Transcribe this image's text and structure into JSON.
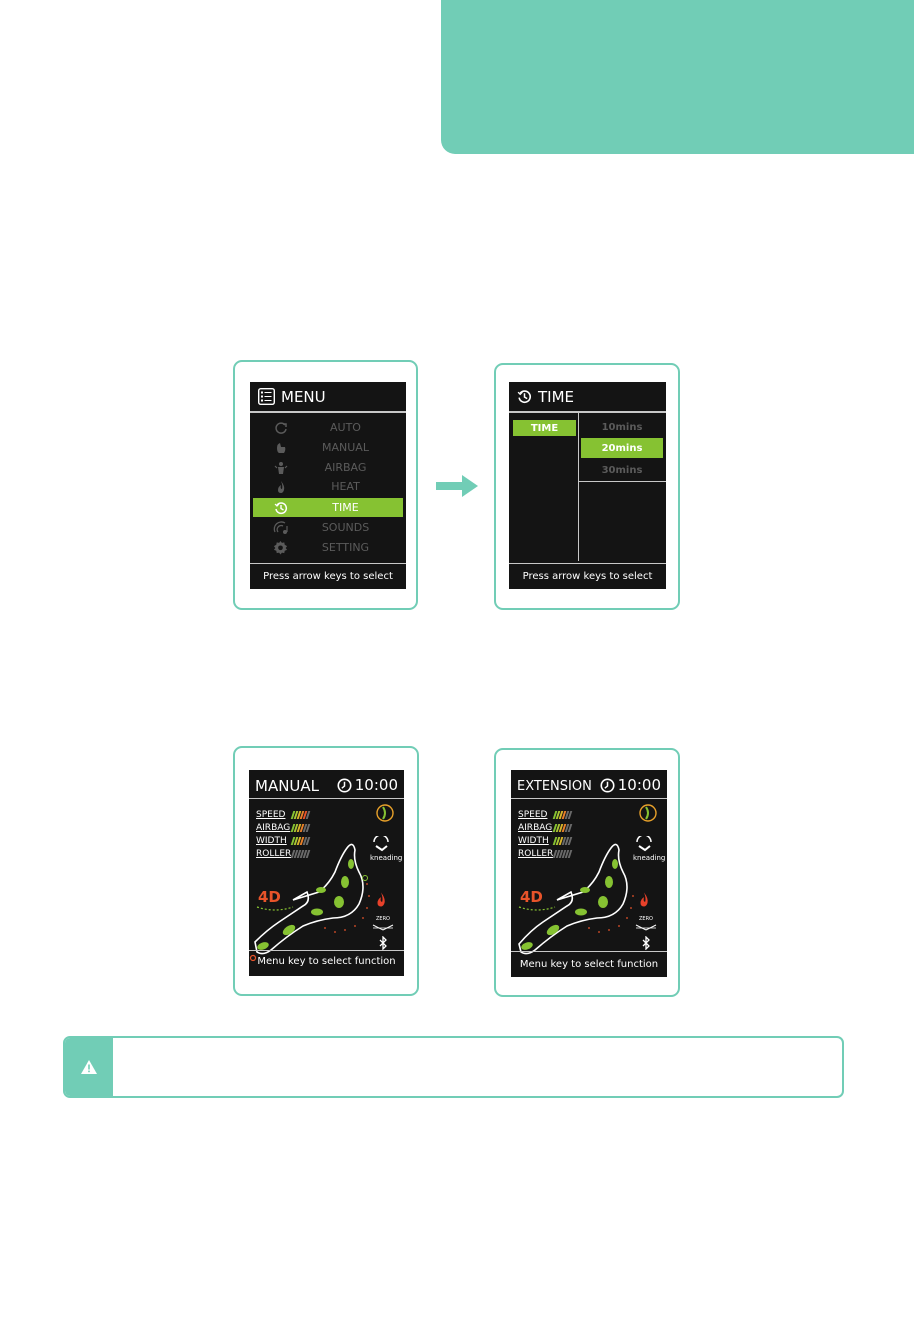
{
  "menu_screen": {
    "title": "MENU",
    "items": [
      {
        "label": "AUTO",
        "icon": "cycle-icon",
        "selected": false
      },
      {
        "label": "MANUAL",
        "icon": "hand-icon",
        "selected": false
      },
      {
        "label": "AIRBAG",
        "icon": "airbag-icon",
        "selected": false
      },
      {
        "label": "HEAT",
        "icon": "flame-icon",
        "selected": false
      },
      {
        "label": "TIME",
        "icon": "clock-icon",
        "selected": true
      },
      {
        "label": "SOUNDS",
        "icon": "sound-icon",
        "selected": false
      },
      {
        "label": "SETTING",
        "icon": "gear-icon",
        "selected": false
      }
    ],
    "footer": "Press arrow keys to select"
  },
  "time_screen": {
    "title": "TIME",
    "left_label": "TIME",
    "options": [
      {
        "label": "10mins",
        "selected": false
      },
      {
        "label": "20mins",
        "selected": true
      },
      {
        "label": "30mins",
        "selected": false
      }
    ],
    "footer": "Press arrow keys to select"
  },
  "manual_screen": {
    "title": "MANUAL",
    "time": "10:00",
    "bars": [
      {
        "label": "SPEED",
        "level": 5
      },
      {
        "label": "AIRBAG",
        "level": 4
      },
      {
        "label": "WIDTH",
        "level": 4
      },
      {
        "label": "ROLLER",
        "level": 0
      }
    ],
    "mode": "4D",
    "kneading_label": "kneading",
    "zero_label": "ZERO",
    "footer": "Menu key to select function"
  },
  "extension_screen": {
    "title": "EXTENSION",
    "time": "10:00",
    "bars": [
      {
        "label": "SPEED",
        "level": 4
      },
      {
        "label": "AIRBAG",
        "level": 4
      },
      {
        "label": "WIDTH",
        "level": 3
      },
      {
        "label": "ROLLER",
        "level": 0
      }
    ],
    "mode": "4D",
    "kneading_label": "kneading",
    "zero_label": "ZERO",
    "footer": "Menu key to select function"
  },
  "colors": {
    "accent": "#71cdb6",
    "select_green": "#86c232",
    "screen_bg": "#141414",
    "warm_red": "#e8542a"
  }
}
